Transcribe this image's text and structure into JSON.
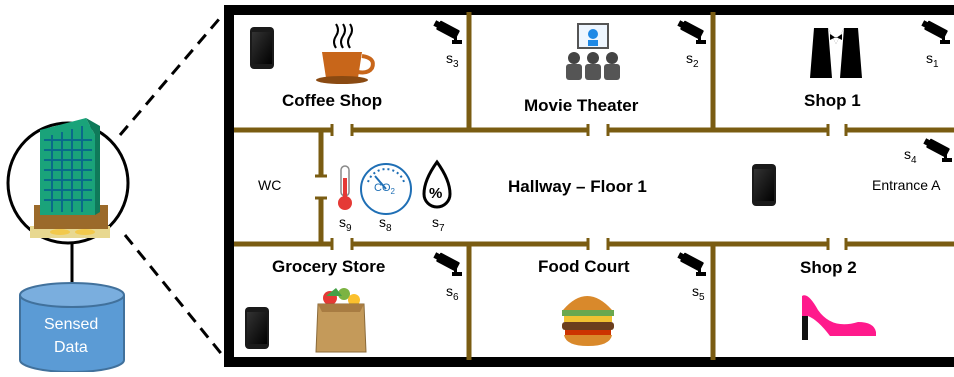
{
  "colors": {
    "wall": "#7a5c12",
    "frame": "#000000",
    "cylinder": "#5b9bd5",
    "cylinder_edge": "#41719c"
  },
  "rooms": {
    "coffee_shop": "Coffee Shop",
    "movie_theater": "Movie Theater",
    "shop1": "Shop 1",
    "hallway": "Hallway – Floor 1",
    "grocery_store": "Grocery Store",
    "food_court": "Food Court",
    "shop2": "Shop 2",
    "wc": "WC",
    "entrance": "Entrance A"
  },
  "sensors": {
    "s1": {
      "base": "s",
      "sub": "1"
    },
    "s2": {
      "base": "s",
      "sub": "2"
    },
    "s3": {
      "base": "s",
      "sub": "3"
    },
    "s4": {
      "base": "s",
      "sub": "4"
    },
    "s5": {
      "base": "s",
      "sub": "5"
    },
    "s6": {
      "base": "s",
      "sub": "6"
    },
    "s7": {
      "base": "s",
      "sub": "7"
    },
    "s8": {
      "base": "s",
      "sub": "8"
    },
    "s9": {
      "base": "s",
      "sub": "9"
    }
  },
  "co2_label": "CO",
  "co2_sub": "2",
  "humidity_symbol": "%",
  "database": {
    "line1": "Sensed",
    "line2": "Data"
  },
  "icons": [
    "building-icon",
    "smartphone-icon",
    "camera-icon",
    "coffee-cup-icon",
    "audience-icon",
    "tuxedo-icon",
    "thermometer-icon",
    "co2-gauge-icon",
    "humidity-drop-icon",
    "grocery-bag-icon",
    "burger-icon",
    "high-heel-icon",
    "database-cylinder-icon"
  ]
}
